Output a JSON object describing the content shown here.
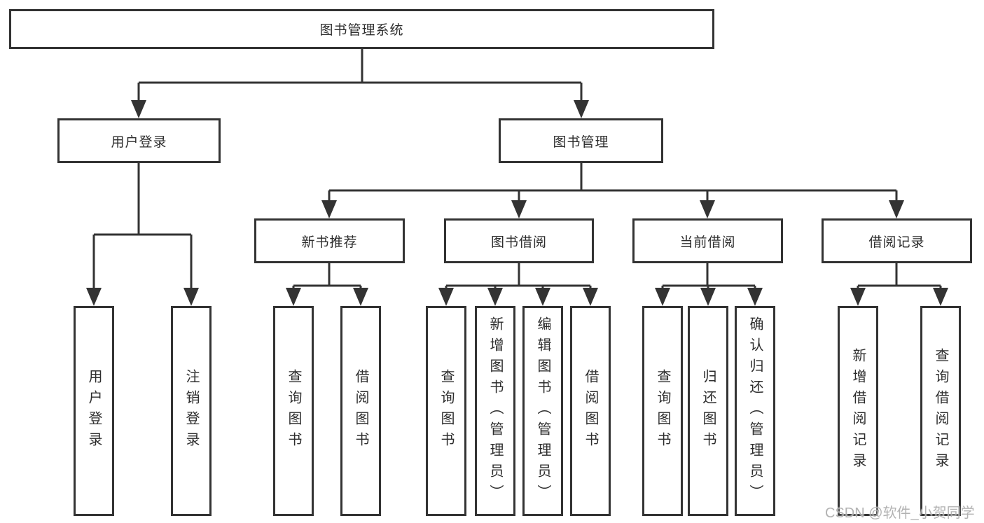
{
  "diagram": {
    "root": {
      "label": "图书管理系统"
    },
    "branches": [
      {
        "label": "用户登录",
        "children": [
          {
            "label": "用户登录"
          },
          {
            "label": "注销登录"
          }
        ]
      },
      {
        "label": "图书管理",
        "groups": [
          {
            "label": "新书推荐",
            "children": [
              {
                "label": "查询图书"
              },
              {
                "label": "借阅图书"
              }
            ]
          },
          {
            "label": "图书借阅",
            "children": [
              {
                "label": "查询图书"
              },
              {
                "label": "新增图书（管理员）"
              },
              {
                "label": "编辑图书（管理员）"
              },
              {
                "label": "借阅图书"
              }
            ]
          },
          {
            "label": "当前借阅",
            "children": [
              {
                "label": "查询图书"
              },
              {
                "label": "归还图书"
              },
              {
                "label": "确认归还（管理员）"
              }
            ]
          },
          {
            "label": "借阅记录",
            "children": [
              {
                "label": "新增借阅记录"
              },
              {
                "label": "查询借阅记录"
              }
            ]
          }
        ]
      }
    ]
  },
  "watermark": {
    "text": "CSDN @软件_小贺同学"
  },
  "colors": {
    "line": "#333333",
    "text": "#2d2d2d",
    "watermark": "#aaaaaa",
    "background": "#ffffff"
  }
}
